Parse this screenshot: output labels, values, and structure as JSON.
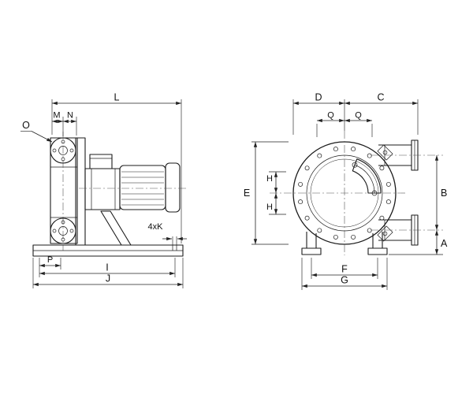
{
  "drawing": {
    "background": "#ffffff",
    "line_color": "#1b1b1b",
    "side_view": {
      "labels": {
        "L": "L",
        "M": "M",
        "N": "N",
        "O": "O",
        "K": "4xK",
        "P": "P",
        "I": "I",
        "J": "J"
      }
    },
    "front_view": {
      "labels": {
        "D": "D",
        "C": "C",
        "Q_left": "Q",
        "Q_right": "Q",
        "E": "E",
        "H_upper": "H",
        "H_lower": "H",
        "B": "B",
        "A": "A",
        "F": "F",
        "G": "G"
      }
    }
  }
}
